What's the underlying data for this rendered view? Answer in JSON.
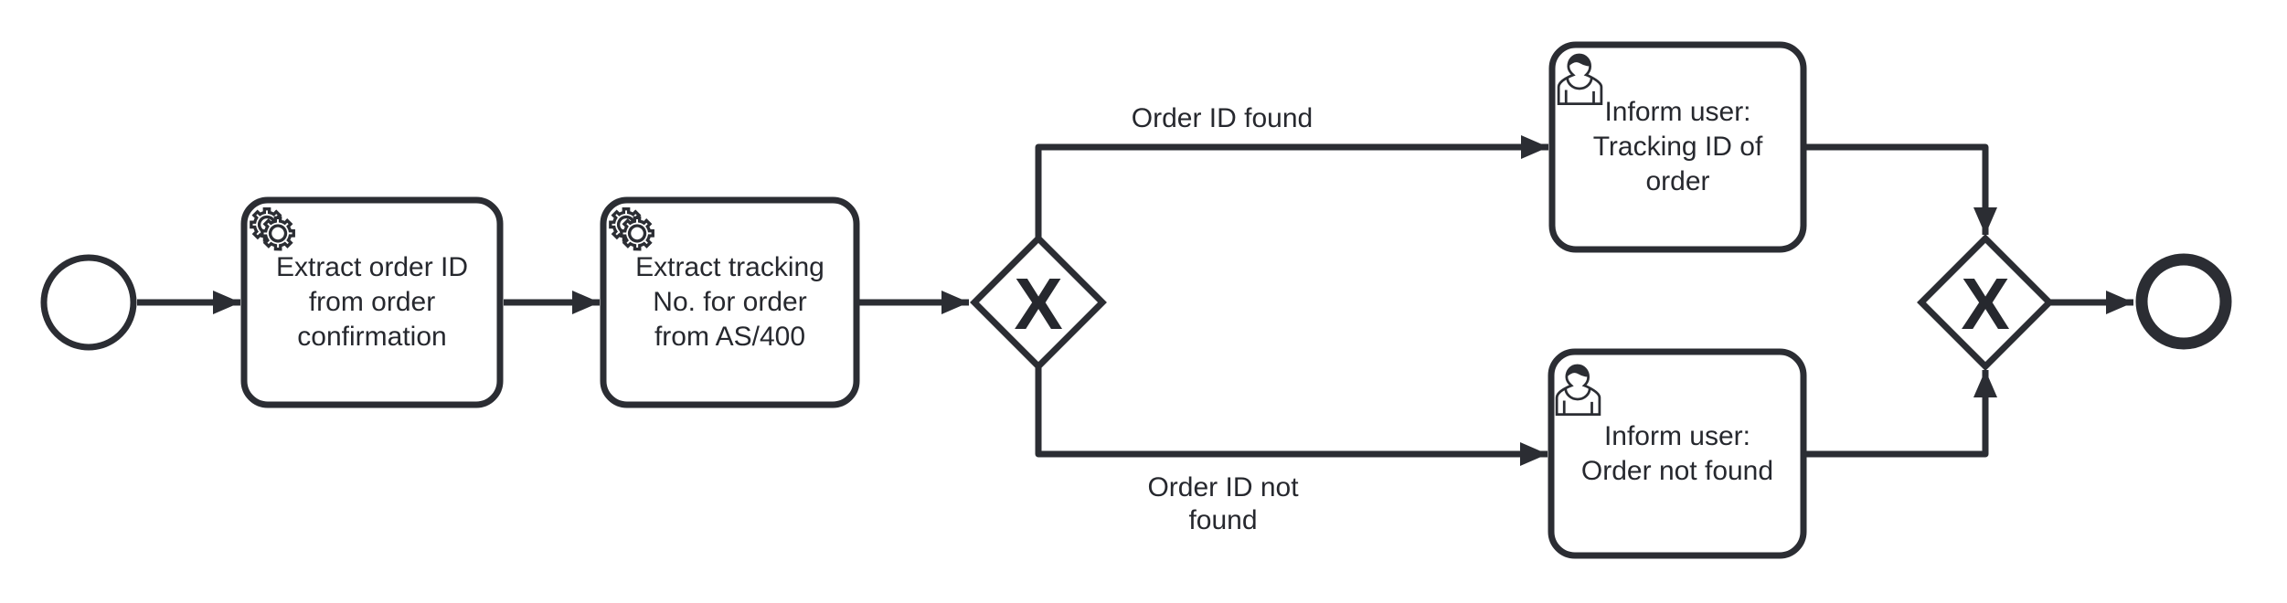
{
  "diagram": {
    "colors": {
      "background": "#ffffff",
      "stroke": "#2b2d33",
      "text": "#26282e"
    },
    "events": {
      "start": {
        "name": "start-event"
      },
      "end": {
        "name": "end-event"
      }
    },
    "tasks": [
      {
        "id": "extract-order-id",
        "kind": "service-task",
        "icon": "gears-icon",
        "label": "Extract order ID\nfrom order\nconfirmation"
      },
      {
        "id": "extract-tracking-no",
        "kind": "service-task",
        "icon": "gears-icon",
        "label": "Extract tracking\nNo. for order\nfrom AS/400"
      },
      {
        "id": "inform-tracking-id",
        "kind": "user-task",
        "icon": "person-icon",
        "label": "Inform user:\nTracking ID of\norder"
      },
      {
        "id": "inform-order-not-found",
        "kind": "user-task",
        "icon": "person-icon",
        "label": "Inform user:\nOrder not found"
      }
    ],
    "gateways": [
      {
        "id": "gateway-split",
        "kind": "exclusive",
        "marker": "X"
      },
      {
        "id": "gateway-join",
        "kind": "exclusive",
        "marker": "X"
      }
    ],
    "flow_labels": [
      {
        "id": "order-id-found",
        "text": "Order ID found"
      },
      {
        "id": "order-id-not-found",
        "text": "Order ID not\nfound"
      }
    ]
  }
}
